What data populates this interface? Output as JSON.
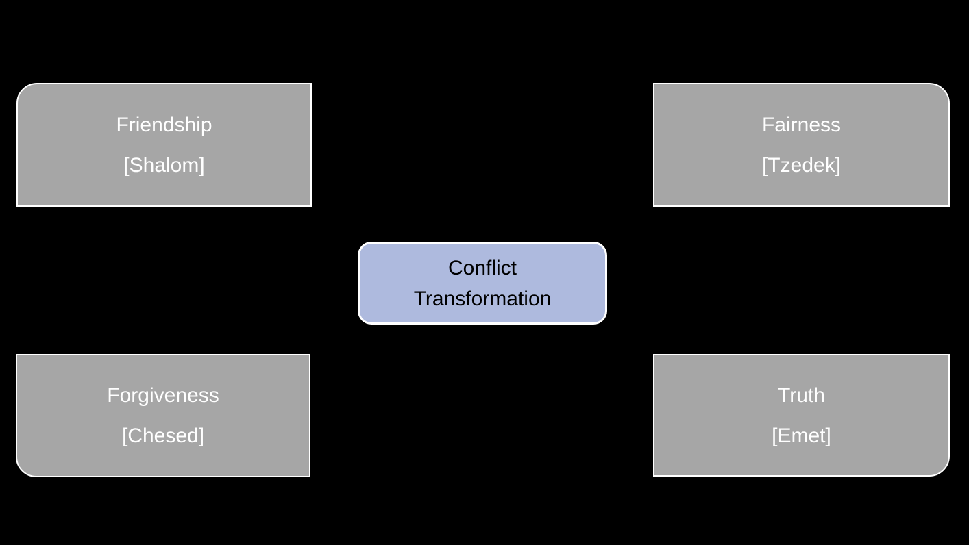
{
  "colors": {
    "background": "#000000",
    "node_fill": "#a6a6a6",
    "node_border": "#ffffff",
    "node_text": "#ffffff",
    "center_fill": "#aebade",
    "center_border": "#ffffff",
    "center_text": "#000000"
  },
  "center_node": {
    "line1": "Conflict",
    "line2": "Transformation"
  },
  "nodes": [
    {
      "position": "top-left",
      "title": "Friendship",
      "subtitle": "[Shalom]"
    },
    {
      "position": "top-right",
      "title": "Fairness",
      "subtitle": "[Tzedek]"
    },
    {
      "position": "bottom-left",
      "title": "Forgiveness",
      "subtitle": "[Chesed]"
    },
    {
      "position": "bottom-right",
      "title": "Truth",
      "subtitle": "[Emet]"
    }
  ]
}
